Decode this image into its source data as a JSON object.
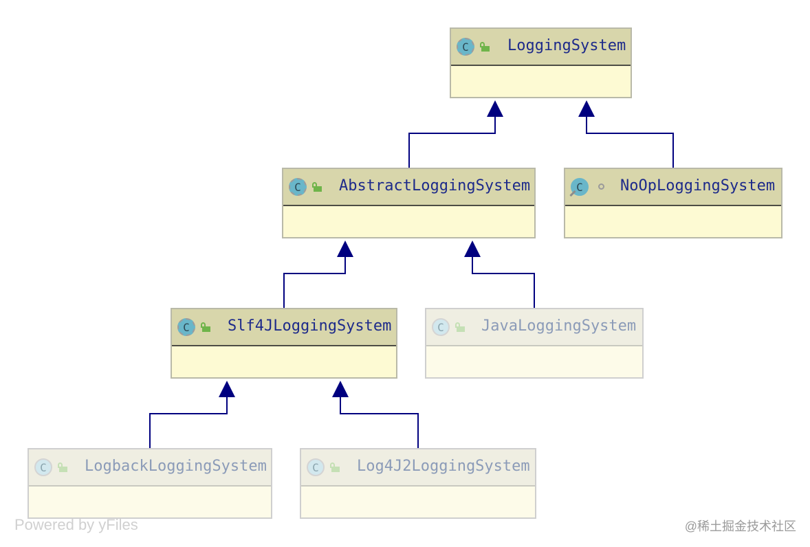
{
  "nodes": [
    {
      "id": "LoggingSystem",
      "name": "LoggingSystem",
      "kind": "abstract-class",
      "faded": false,
      "lock": true
    },
    {
      "id": "AbstractLoggingSystem",
      "name": "AbstractLoggingSystem",
      "kind": "abstract-class",
      "faded": false,
      "lock": true
    },
    {
      "id": "NoOpLoggingSystem",
      "name": "NoOpLoggingSystem",
      "kind": "static-class",
      "faded": false,
      "lock": false
    },
    {
      "id": "Slf4JLoggingSystem",
      "name": "Slf4JLoggingSystem",
      "kind": "abstract-class",
      "faded": false,
      "lock": true
    },
    {
      "id": "JavaLoggingSystem",
      "name": "JavaLoggingSystem",
      "kind": "class",
      "faded": true,
      "lock": true
    },
    {
      "id": "LogbackLoggingSystem",
      "name": "LogbackLoggingSystem",
      "kind": "class",
      "faded": true,
      "lock": true
    },
    {
      "id": "Log4J2LoggingSystem",
      "name": "Log4J2LoggingSystem",
      "kind": "class",
      "faded": true,
      "lock": true
    }
  ],
  "edges": [
    {
      "from": "AbstractLoggingSystem",
      "to": "LoggingSystem",
      "type": "extends"
    },
    {
      "from": "NoOpLoggingSystem",
      "to": "LoggingSystem",
      "type": "extends"
    },
    {
      "from": "Slf4JLoggingSystem",
      "to": "AbstractLoggingSystem",
      "type": "extends"
    },
    {
      "from": "JavaLoggingSystem",
      "to": "AbstractLoggingSystem",
      "type": "extends"
    },
    {
      "from": "LogbackLoggingSystem",
      "to": "Slf4JLoggingSystem",
      "type": "extends"
    },
    {
      "from": "Log4J2LoggingSystem",
      "to": "Slf4JLoggingSystem",
      "type": "extends"
    }
  ],
  "class_icon_letter": "C",
  "colors": {
    "edge": "#00007f",
    "header": "#d8d6ab",
    "body": "#fdfad3",
    "name": "#1d2a8a"
  },
  "footer": {
    "powered_by": "Powered by yFiles",
    "watermark": "@稀土掘金技术社区"
  }
}
